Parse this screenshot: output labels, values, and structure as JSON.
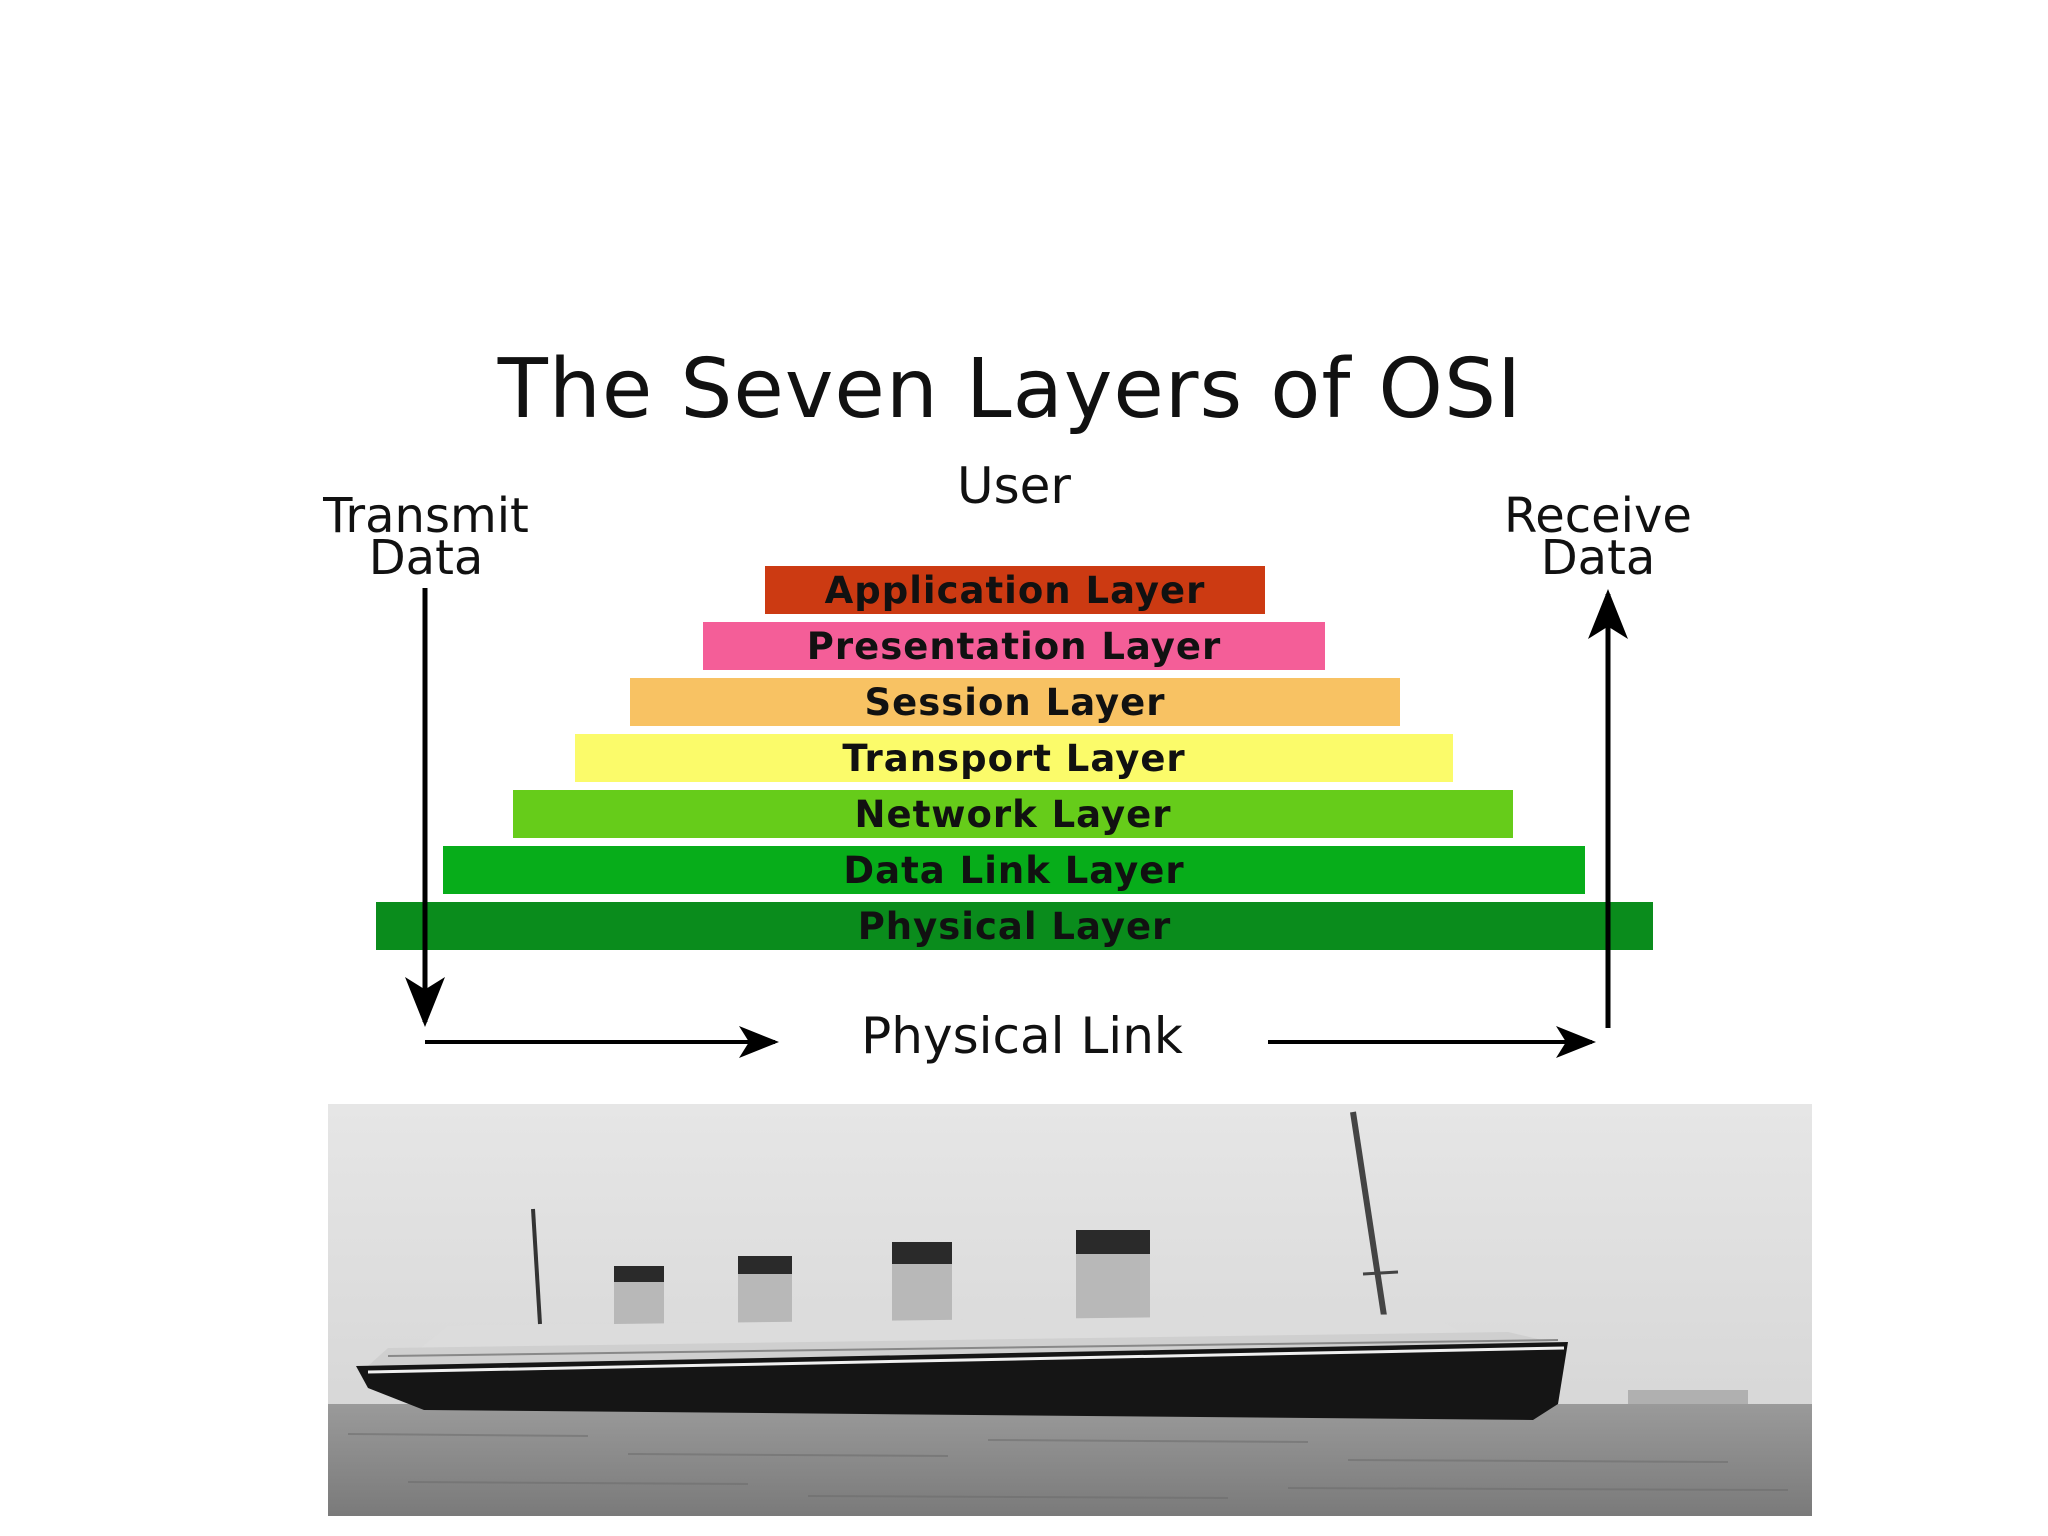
{
  "title": "The Seven Layers of OSI",
  "user_label": "User",
  "transmit": {
    "line1": "Transmit",
    "line2": "Data"
  },
  "receive": {
    "line1": "Receive",
    "line2": "Data"
  },
  "layers": [
    {
      "label": "Application Layer",
      "color": "#cc3a12"
    },
    {
      "label": "Presentation Layer",
      "color": "#f45e98"
    },
    {
      "label": "Session Layer",
      "color": "#f8c263"
    },
    {
      "label": "Transport Layer",
      "color": "#fbfb6a"
    },
    {
      "label": "Network Layer",
      "color": "#66cc1a"
    },
    {
      "label": "Data Link Layer",
      "color": "#07ad1a"
    },
    {
      "label": "Physical Layer",
      "color": "#0a8c1c"
    }
  ],
  "physical_link_label": "Physical Link",
  "photo_subject": "ocean-liner-photo"
}
